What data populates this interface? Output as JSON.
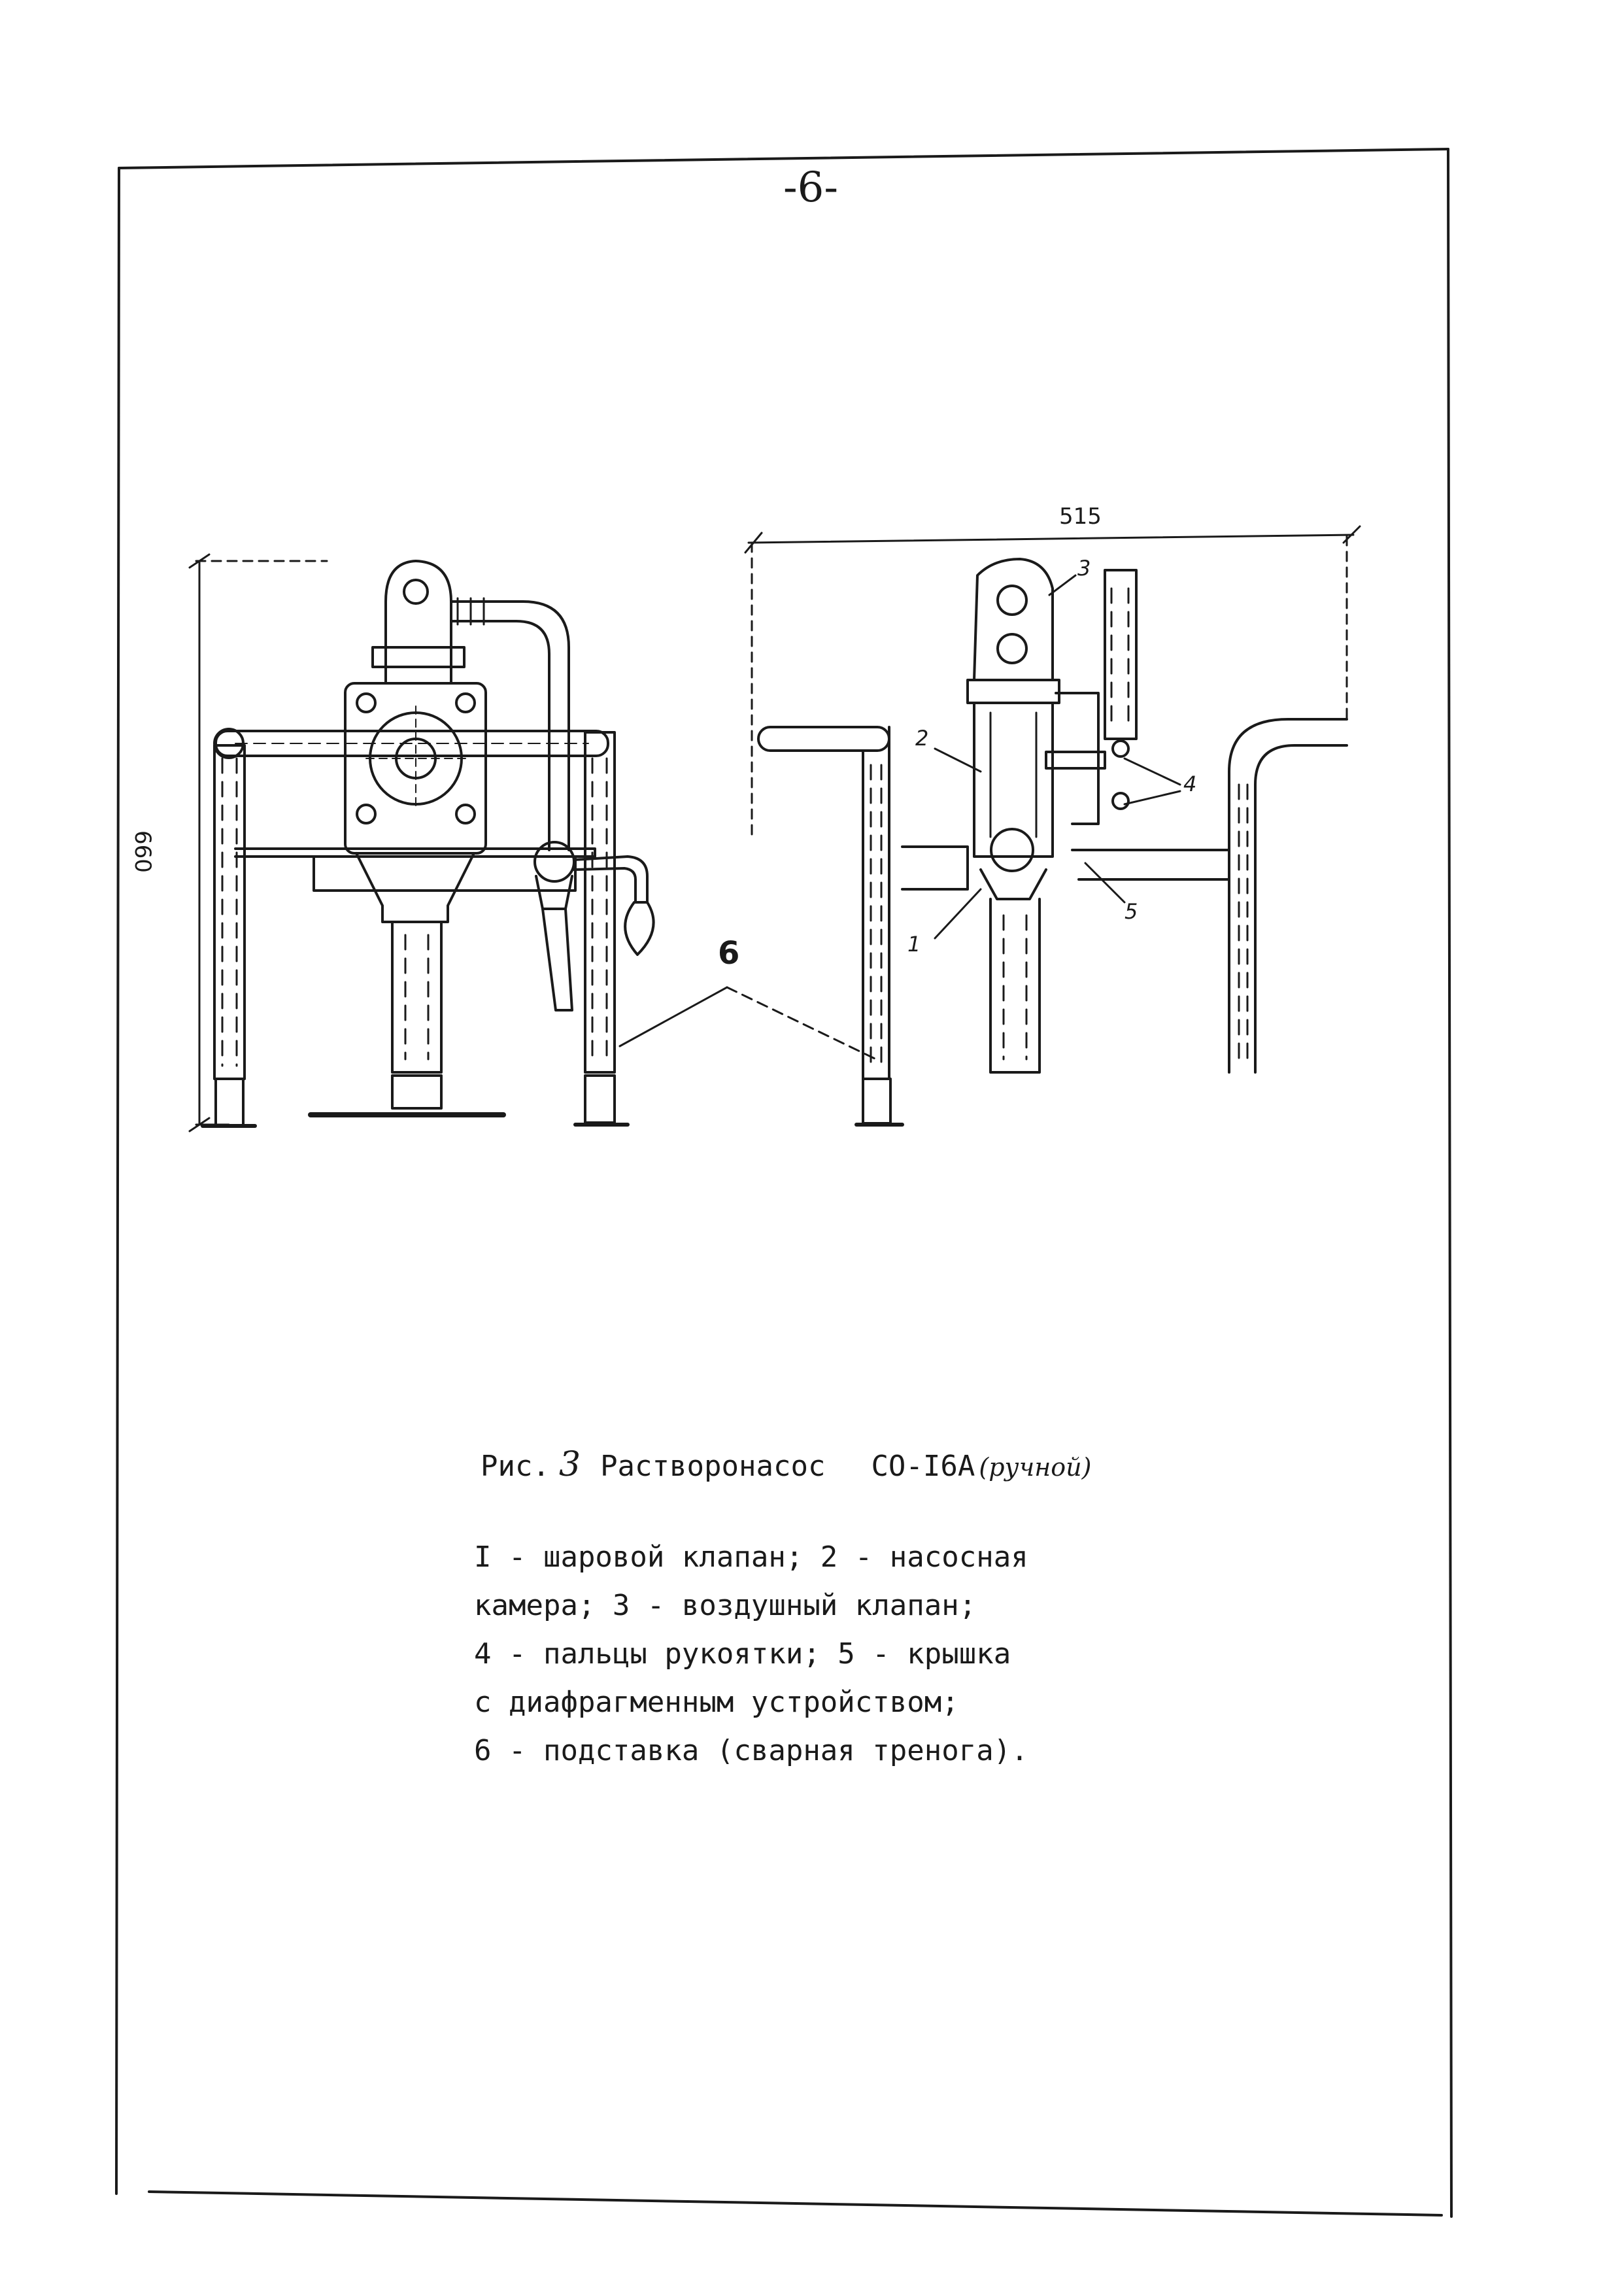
{
  "page_number": "-6-",
  "dimensions": {
    "height_label": "660",
    "width_label": "515"
  },
  "callouts": {
    "c1": "1",
    "c2": "2",
    "c3": "3",
    "c4": "4",
    "c5": "5",
    "c6": "6"
  },
  "caption": {
    "prefix": "Рис.",
    "number": "3",
    "title": "Растворонасос",
    "model": "СО-I6А",
    "note": "(ручной)"
  },
  "legend": [
    "I - шаровой клапан;  2 - насосная",
    "камера;  3 - воздушный клапан;",
    "4 - пальцы рукоятки;  5 - крышка",
    "с диафрагменным устройством;",
    "6 - подставка (сварная тренога)."
  ]
}
